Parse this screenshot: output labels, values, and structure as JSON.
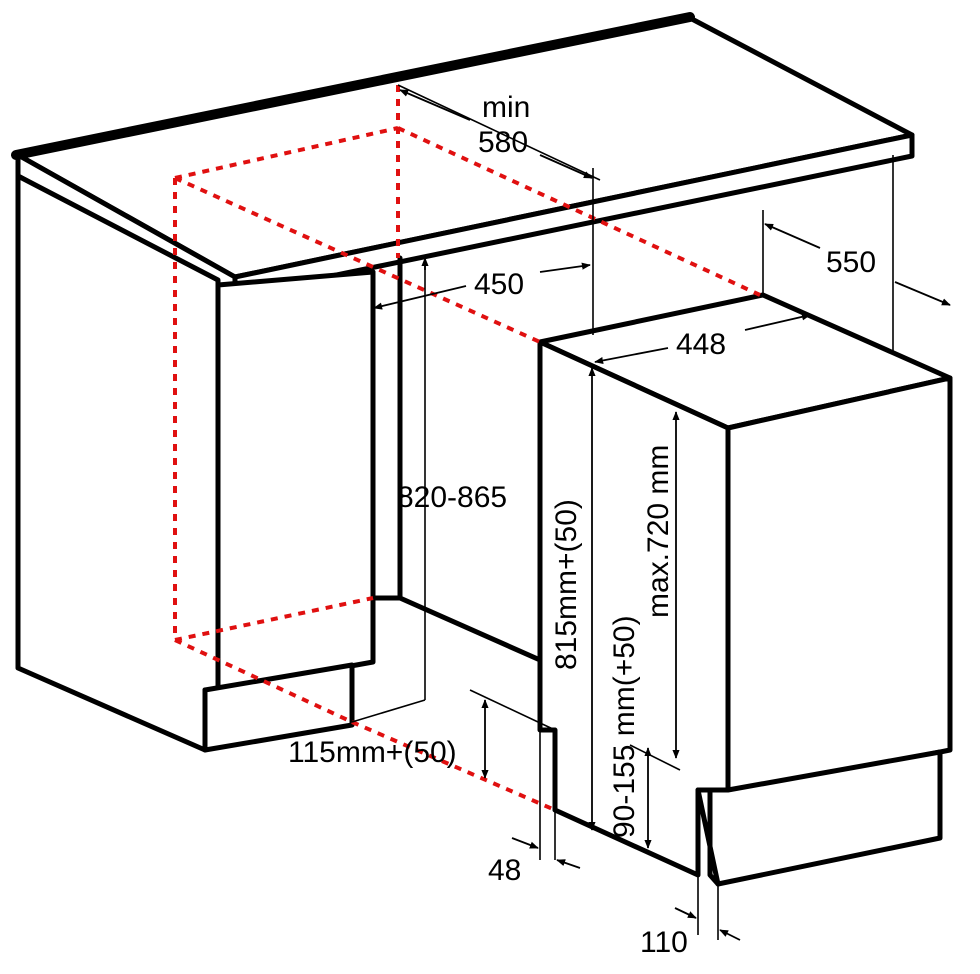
{
  "colors": {
    "outline": "#000000",
    "hidden_lines": "#e01010",
    "background": "#ffffff"
  },
  "dimensions": {
    "min": "min",
    "depth_min": "580",
    "width_niche": "450",
    "depth_cabinet": "550",
    "width_appliance": "448",
    "height_niche": "820-865",
    "height_appliance": "815mm+(50)",
    "door_max": "max.720 mm",
    "plinth_height": "90-155 mm(+50)",
    "plinth_gap": "115mm+(50)",
    "plinth_offset": "48",
    "door_offset": "110"
  }
}
